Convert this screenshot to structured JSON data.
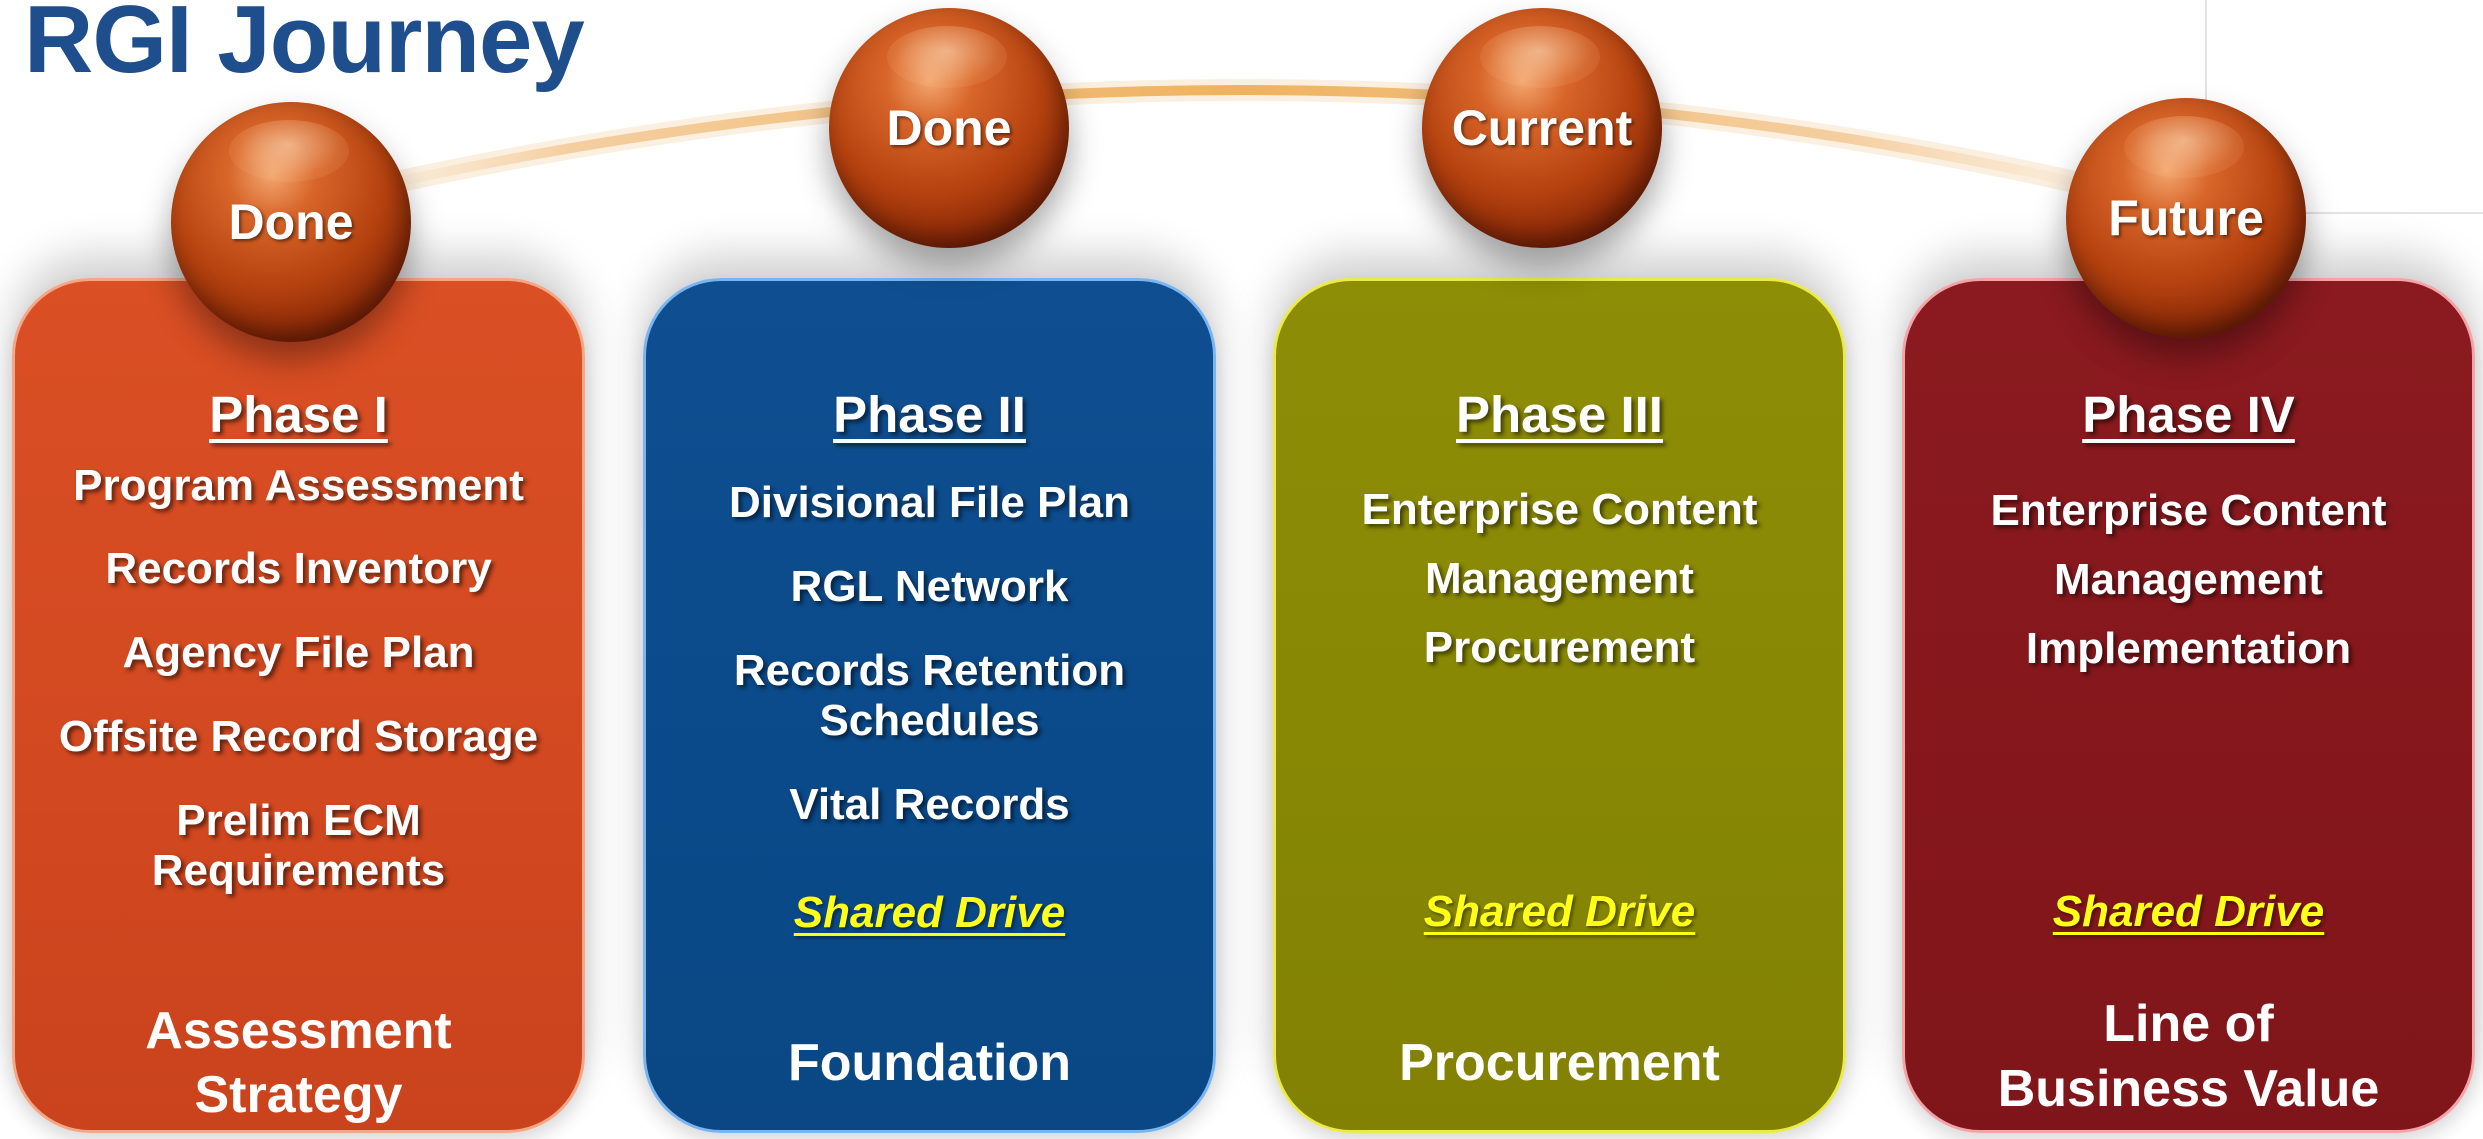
{
  "title": "RGI Journey",
  "orbs": [
    {
      "label": "Done"
    },
    {
      "label": "Done"
    },
    {
      "label": "Current"
    },
    {
      "label": "Future"
    }
  ],
  "phases": [
    {
      "title": "Phase I",
      "items": [
        "Program Assessment",
        "Records Inventory",
        "Agency File Plan",
        "Offsite Record Storage",
        "Prelim ECM",
        "Requirements"
      ],
      "shared_drive": "",
      "footer": [
        "Assessment",
        "Strategy"
      ],
      "color": "#d24820"
    },
    {
      "title": "Phase II",
      "items": [
        "Divisional File Plan",
        "RGL Network",
        "Records Retention",
        "Schedules",
        "Vital Records"
      ],
      "shared_drive": "Shared Drive",
      "footer": [
        "Foundation"
      ],
      "color": "#0a4a8a"
    },
    {
      "title": "Phase III",
      "items": [
        "Enterprise Content",
        "Management",
        "Procurement"
      ],
      "shared_drive": "Shared Drive",
      "footer": [
        "Procurement"
      ],
      "color": "#878705"
    },
    {
      "title": "Phase IV",
      "items": [
        "Enterprise Content",
        "Management",
        "Implementation"
      ],
      "shared_drive": "Shared Drive",
      "footer": [
        "Line of",
        "Business Value"
      ],
      "color": "#85171c"
    }
  ],
  "colors": {
    "title": "#1f4e8c",
    "shared_drive": "#ffff1a",
    "orb": "#b5420f"
  }
}
